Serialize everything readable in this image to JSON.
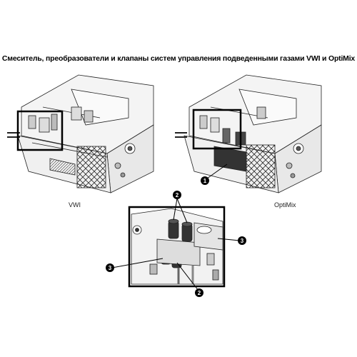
{
  "title": "Смеситель, преобразователи и клапаны систем управления подведенными газами VWI и OptiMix",
  "captions": {
    "left": "VWI",
    "right": "OptiMix"
  },
  "callouts": [
    {
      "id": "c1",
      "label": "1"
    },
    {
      "id": "c2a",
      "label": "2"
    },
    {
      "id": "c2b",
      "label": "2"
    },
    {
      "id": "c3a",
      "label": "3"
    },
    {
      "id": "c3b",
      "label": "3"
    }
  ]
}
